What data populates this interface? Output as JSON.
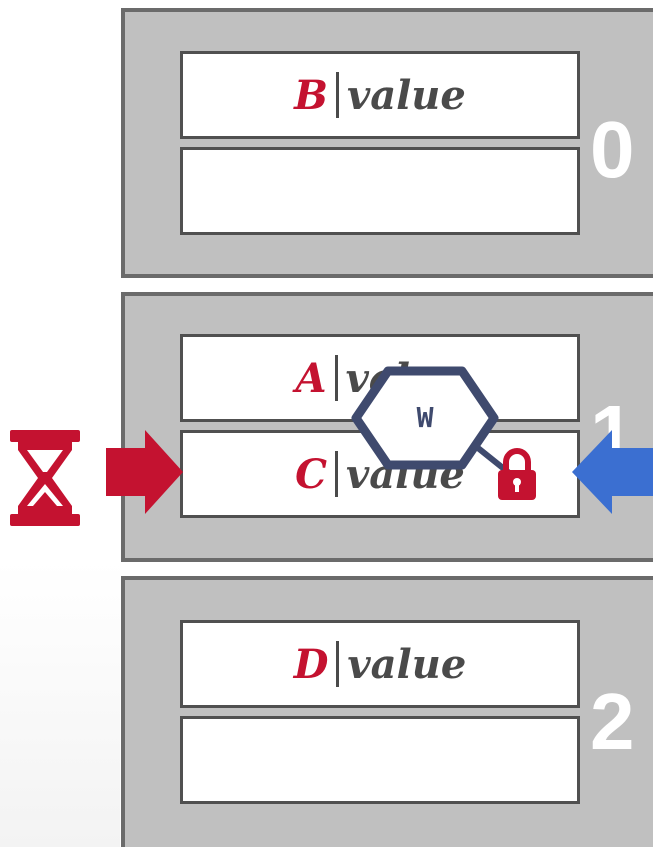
{
  "buckets": [
    {
      "index": "0",
      "slots": [
        {
          "key": "B",
          "value": "value"
        },
        {
          "key": "",
          "value": ""
        }
      ]
    },
    {
      "index": "1",
      "slots": [
        {
          "key": "A",
          "value": "value"
        },
        {
          "key": "C",
          "value": "value"
        }
      ]
    },
    {
      "index": "2",
      "slots": [
        {
          "key": "D",
          "value": "value"
        },
        {
          "key": "",
          "value": ""
        }
      ]
    }
  ],
  "latch": {
    "mode": "W"
  },
  "icons": {
    "waiting": "hourglass-icon",
    "lock": "lock-icon",
    "incoming_left": "arrow-right-icon",
    "incoming_right": "arrow-left-icon"
  },
  "colors": {
    "key_red": "#c41230",
    "latch_navy": "#3f4a6e",
    "arrow_red": "#c41230",
    "arrow_blue": "#3b6fd1",
    "bucket_fill": "#c0c0c0",
    "bucket_border": "#6b6b6b"
  }
}
